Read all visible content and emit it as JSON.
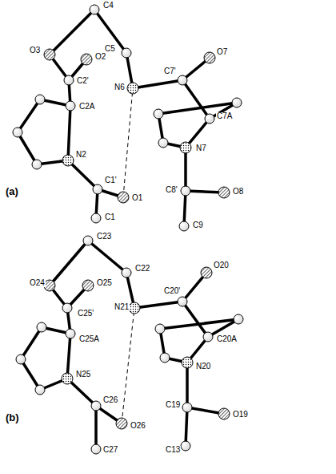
{
  "diagram": {
    "labels": [
      "(a)",
      "O3",
      "C4",
      "O2",
      "C2'",
      "C5",
      "C7'",
      "O7",
      "C2A",
      "C7A",
      "N6",
      "N2",
      "N7",
      "C1'",
      "O1",
      "C8'",
      "O8",
      "C1",
      "C9",
      "(b)",
      "C23",
      "O20",
      "O24",
      "O25",
      "C25'",
      "C22",
      "C20'",
      "N25",
      "C25A",
      "C20A",
      "N21",
      "C26",
      "N20",
      "O26",
      "C27",
      "C19",
      "O19",
      "C13"
    ]
  }
}
